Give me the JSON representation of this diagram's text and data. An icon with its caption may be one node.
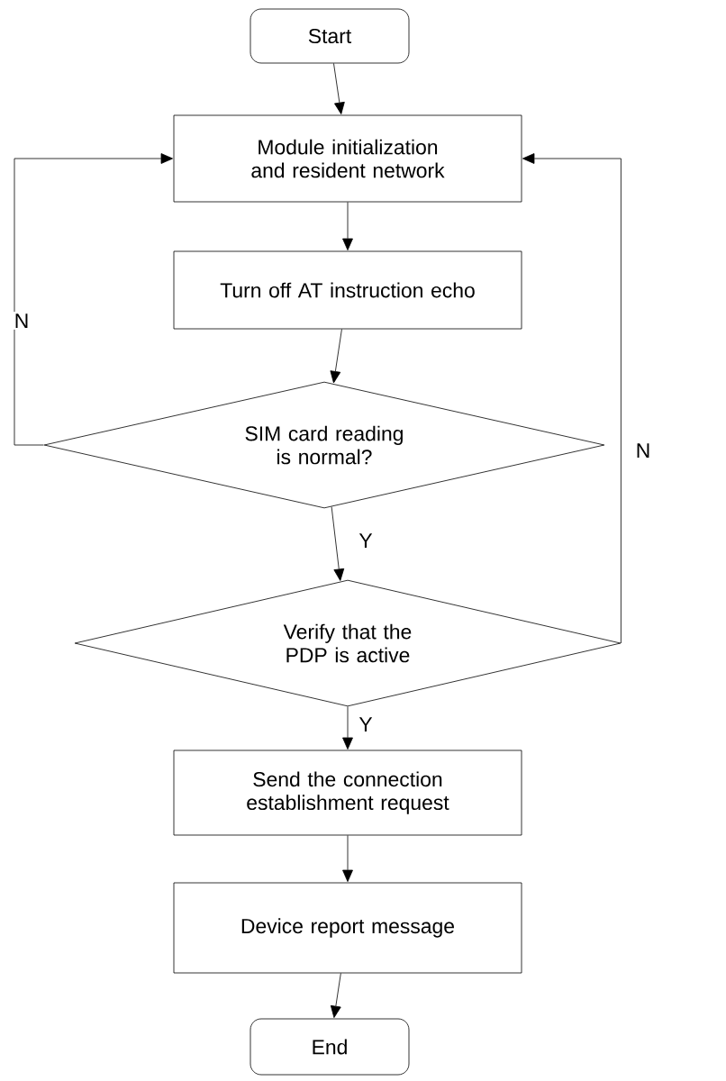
{
  "diagram": {
    "nodes": [
      {
        "text": [
          "Start"
        ]
      },
      {
        "text": [
          "Module initialization and resident network"
        ]
      },
      {
        "text": [
          "Turn off AT instruction echo"
        ]
      },
      {
        "text": [
          "SIM card reading is normal?"
        ]
      },
      {
        "text": [
          "Verify that the PDP is active"
        ]
      },
      {
        "text": [
          "Send the connection establishment request"
        ]
      },
      {
        "text": [
          "Device report message"
        ]
      },
      {
        "text": [
          "End"
        ]
      }
    ],
    "edges": [
      {
        "from": 0,
        "to": 1,
        "arrow": "to"
      },
      {
        "from": 1,
        "to": 2,
        "arrow": "to"
      },
      {
        "from": 2,
        "to": 3,
        "arrow": "to"
      },
      {
        "from": 3,
        "to": 4,
        "arrow": "to",
        "label": "Y"
      },
      {
        "from": 3,
        "to": 1,
        "arrow": "to",
        "label": "N"
      },
      {
        "from": 4,
        "to": 5,
        "arrow": "to",
        "label": "Y"
      },
      {
        "from": 4,
        "to": 1,
        "arrow": "to",
        "label": "N"
      },
      {
        "from": 5,
        "to": 6,
        "arrow": "to"
      },
      {
        "from": 6,
        "to": 7,
        "arrow": "to"
      }
    ]
  }
}
